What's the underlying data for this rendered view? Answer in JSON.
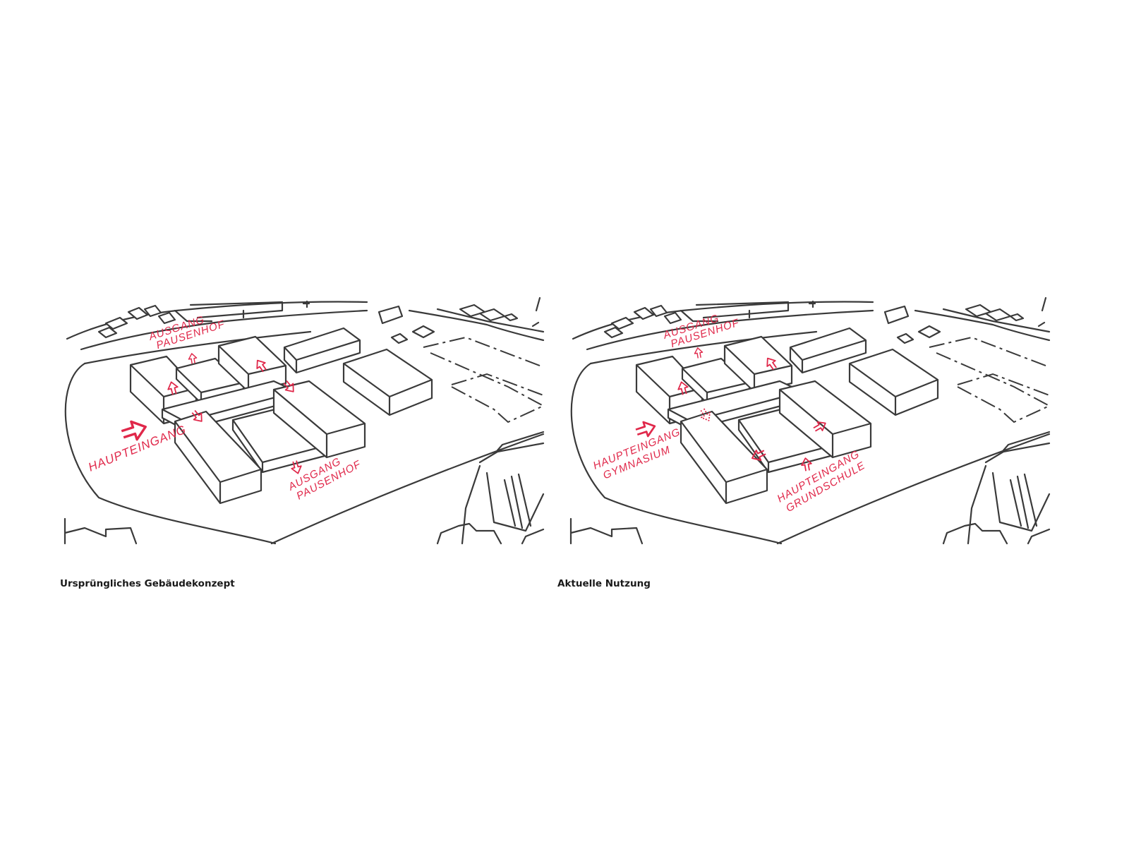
{
  "panels": [
    {
      "caption": "Ursprüngliches Gebäudekonzept",
      "annotations": {
        "exit_top": [
          "AUSGANG",
          "PAUSENHOF"
        ],
        "main_entrance": [
          "HAUPTEINGANG"
        ],
        "exit_bottom": [
          "AUSGANG",
          "PAUSENHOF"
        ]
      }
    },
    {
      "caption": "Aktuelle Nutzung",
      "annotations": {
        "exit_top": [
          "AUSGANG",
          "PAUSENHOF"
        ],
        "entrance_gymnasium": [
          "HAUPTEINGANG",
          "GYMNASIUM"
        ],
        "entrance_grundschule": [
          "HAUPTEINGANG",
          "GRUNDSCHULE"
        ]
      }
    }
  ],
  "colors": {
    "ink": "#3a3a3a",
    "annotation": "#e0284a"
  }
}
